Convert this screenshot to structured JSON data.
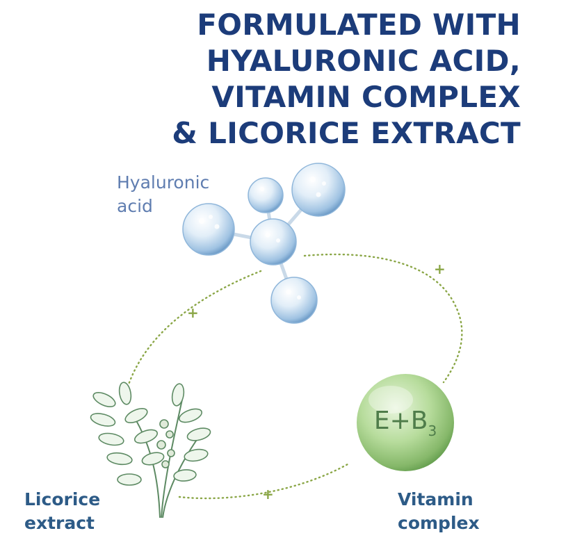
{
  "headline": {
    "lines": [
      "FORMULATED WITH",
      "HYALURONIC ACID,",
      "VITAMIN COMPLEX",
      "& LICORICE EXTRACT"
    ]
  },
  "ingredients": {
    "hyaluronic": {
      "line1": "Hyaluronic",
      "line2": "acid"
    },
    "licorice": {
      "line1": "Licorice",
      "line2": "extract"
    },
    "vitamin": {
      "line1": "Vitamin",
      "line2": "complex",
      "badge_main": "E+B",
      "badge_sub": "3"
    }
  },
  "connector": {
    "symbol": "+"
  },
  "colors": {
    "headline": "#1c3c7a",
    "label_blue": "#5f7db0",
    "label_dark": "#2d5b87",
    "dotted_line": "#8aa646",
    "vitamin_sphere": "#8fc173",
    "molecule": "#b9d4ea",
    "leaf_outline": "#5d8a63"
  },
  "icons": [
    "hyaluronic-molecule-icon",
    "licorice-plant-icon",
    "vitamin-sphere-icon"
  ]
}
